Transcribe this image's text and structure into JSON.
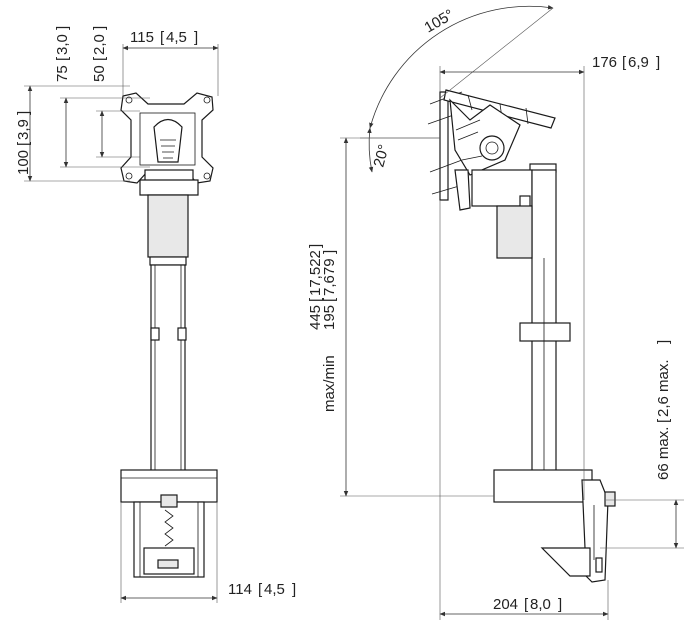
{
  "front_view": {
    "dim_width_top": "115",
    "dim_width_top_in": "4,5",
    "dim_vesa_75": "75",
    "dim_vesa_75_in": "3,0",
    "dim_vesa_50": "50",
    "dim_vesa_50_in": "2,0",
    "dim_vesa_100": "100",
    "dim_vesa_100_in": "3,9",
    "dim_width_bottom": "114",
    "dim_width_bottom_in": "4,5"
  },
  "side_view": {
    "angle_tilt": "105°",
    "angle_tilt_down": "20°",
    "dim_depth_top": "176",
    "dim_depth_top_in": "6,9",
    "height_label": "max/min",
    "height_max": "445",
    "height_max_in": "17,522",
    "height_min": "195",
    "height_min_in": "7,679",
    "clamp_label": "66 max.",
    "clamp_in": "2,6 max.",
    "dim_depth_bottom": "204",
    "dim_depth_bottom_in": "8,0"
  }
}
